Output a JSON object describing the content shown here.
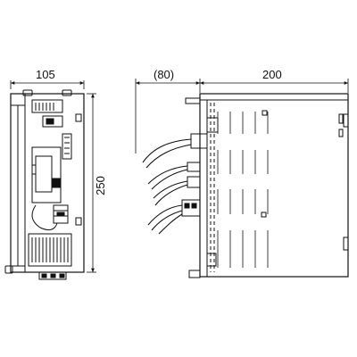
{
  "dimensions": {
    "front_width": "105",
    "depth_cable": "(80)",
    "depth_body": "200",
    "height": "250"
  },
  "colors": {
    "line": "#111111",
    "background": "#ffffff"
  }
}
